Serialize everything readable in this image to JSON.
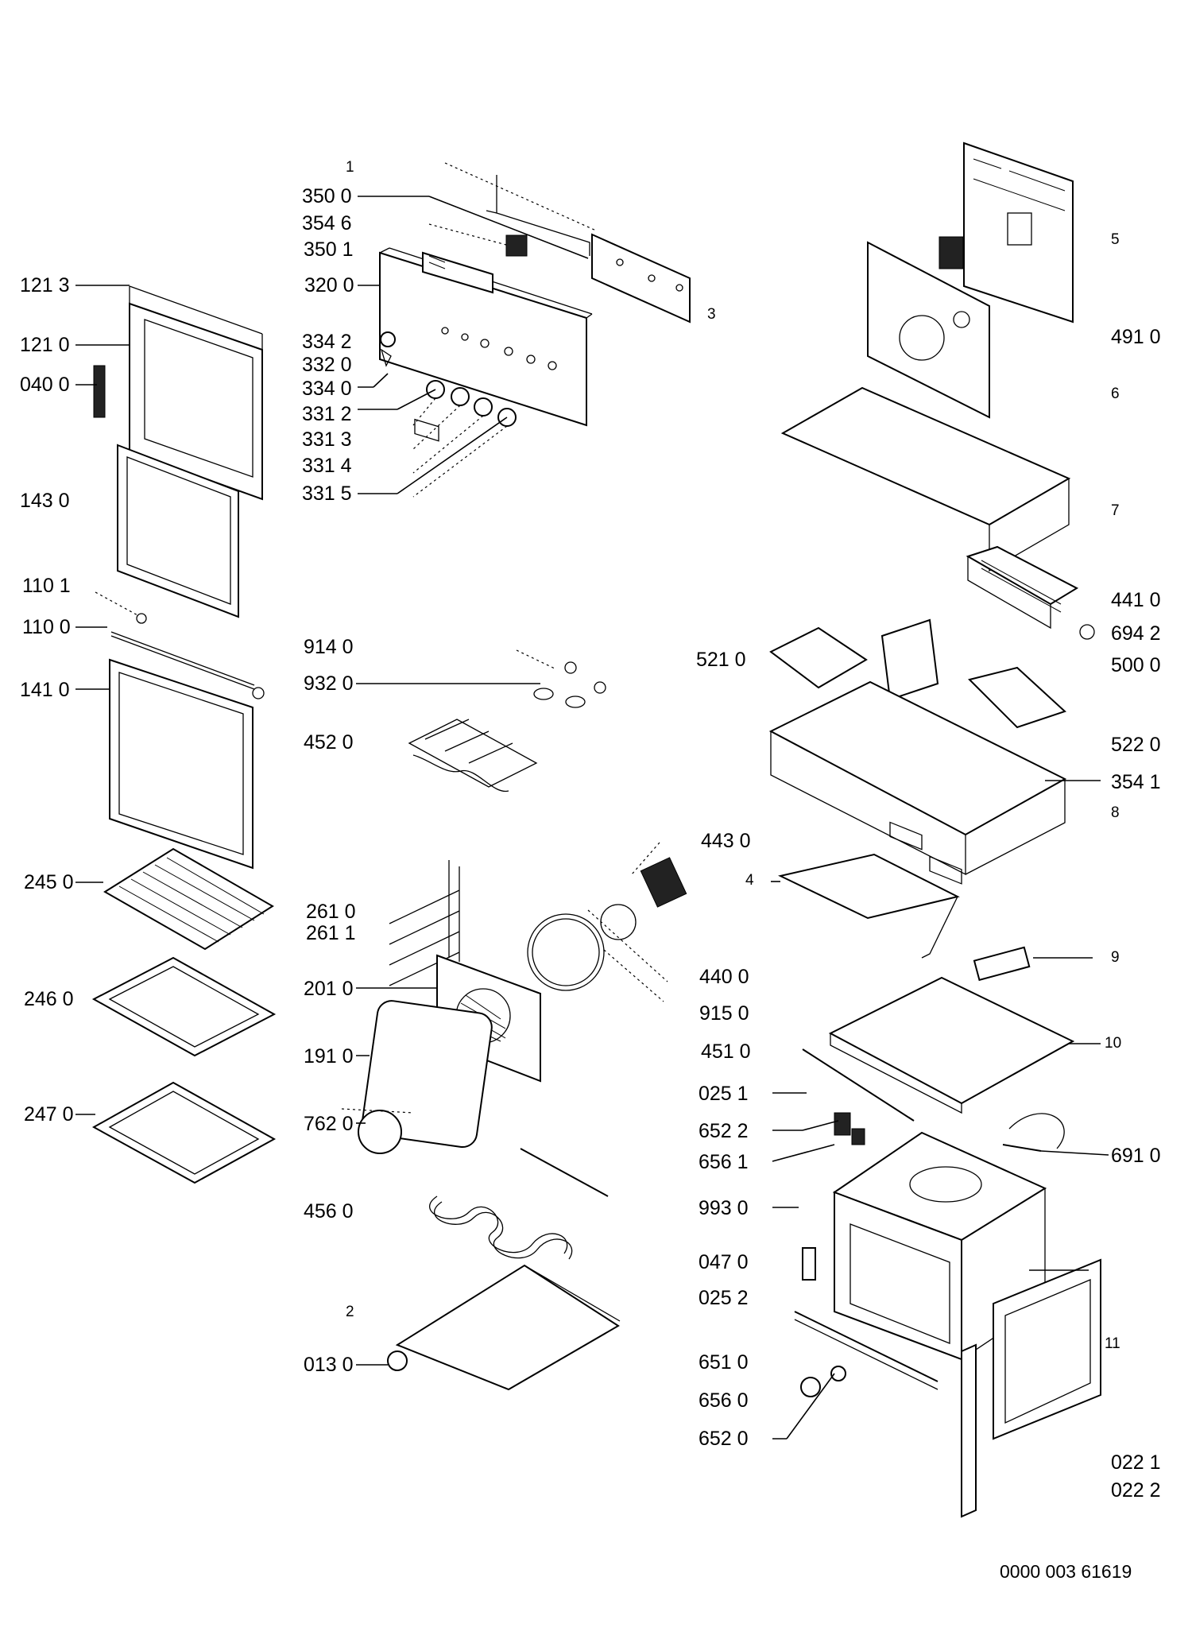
{
  "diagram": {
    "part_labels": [
      "350 0",
      "354 6",
      "350 1",
      "320 0",
      "334 2",
      "332 0",
      "334 0",
      "331 2",
      "331 3",
      "331 4",
      "331 5",
      "121 3",
      "121 0",
      "040 0",
      "143 0",
      "110 1",
      "110 0",
      "141 0",
      "914 0",
      "932 0",
      "452 0",
      "245 0",
      "246 0",
      "247 0",
      "261 0",
      "261 1",
      "201 0",
      "191 0",
      "762 0",
      "456 0",
      "013 0",
      "491 0",
      "441 0",
      "694 2",
      "521 0",
      "500 0",
      "522 0",
      "354 1",
      "443 0",
      "440 0",
      "915 0",
      "451 0",
      "025 1",
      "652 2",
      "656 1",
      "691 0",
      "993 0",
      "047 0",
      "025 2",
      "651 0",
      "656 0",
      "652 0",
      "022 1",
      "022 2"
    ],
    "group_numbers": [
      "1",
      "2",
      "3",
      "4",
      "5",
      "6",
      "7",
      "8",
      "9",
      "10",
      "11"
    ],
    "document_number": "0000 003 61619"
  }
}
